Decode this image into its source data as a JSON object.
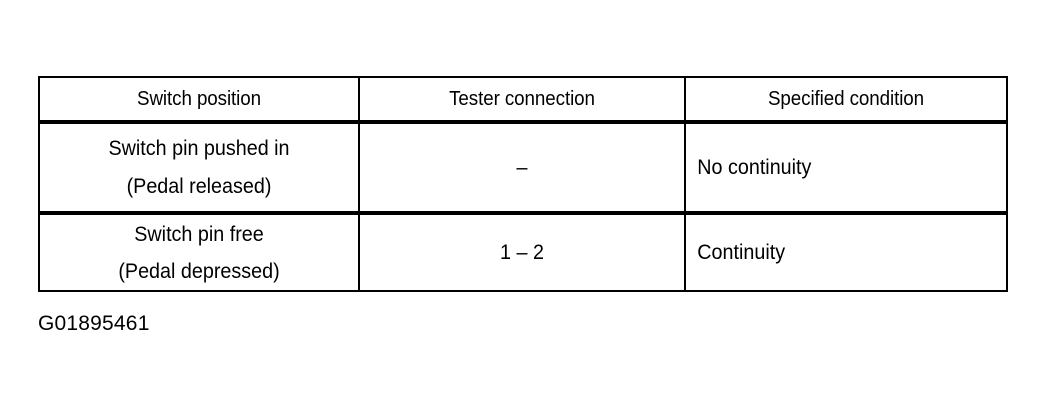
{
  "document": {
    "background_color": "#ffffff",
    "text_color": "#000000"
  },
  "table": {
    "name": "switch-inspection-table",
    "headers": [
      "Switch position",
      "Tester connection",
      "Specified condition"
    ],
    "rows": [
      {
        "switch_position_line1": "Switch pin pushed in",
        "switch_position_line2": "(Pedal released)",
        "tester_connection": "–",
        "specified_condition": "No continuity"
      },
      {
        "switch_position_line1": "Switch pin free",
        "switch_position_line2": "(Pedal depressed)",
        "tester_connection": "1 – 2",
        "specified_condition": "Continuity"
      }
    ]
  },
  "caption": {
    "text": "G01895461"
  }
}
